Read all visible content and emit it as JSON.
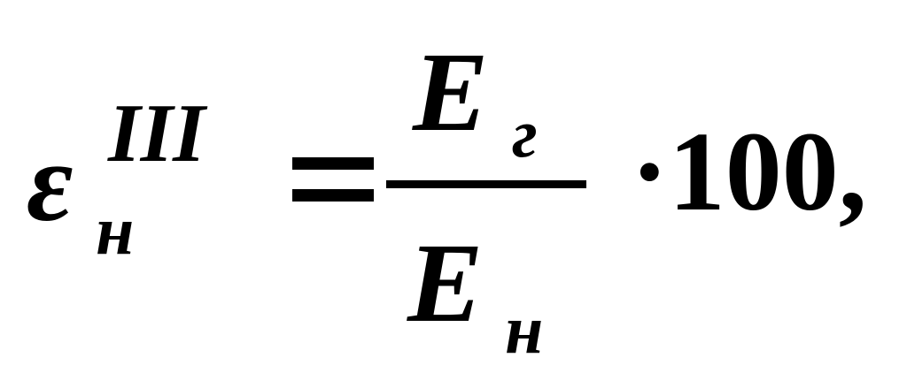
{
  "formula": {
    "lhs": {
      "symbol": "ε",
      "superscript": "III",
      "subscript": "н"
    },
    "operator": "=",
    "fraction": {
      "numerator": {
        "symbol": "E",
        "subscript": "г"
      },
      "denominator": {
        "symbol": "E",
        "subscript": "н"
      }
    },
    "multiplier": "·100,"
  },
  "colors": {
    "text": "#000000",
    "background": "#ffffff"
  }
}
